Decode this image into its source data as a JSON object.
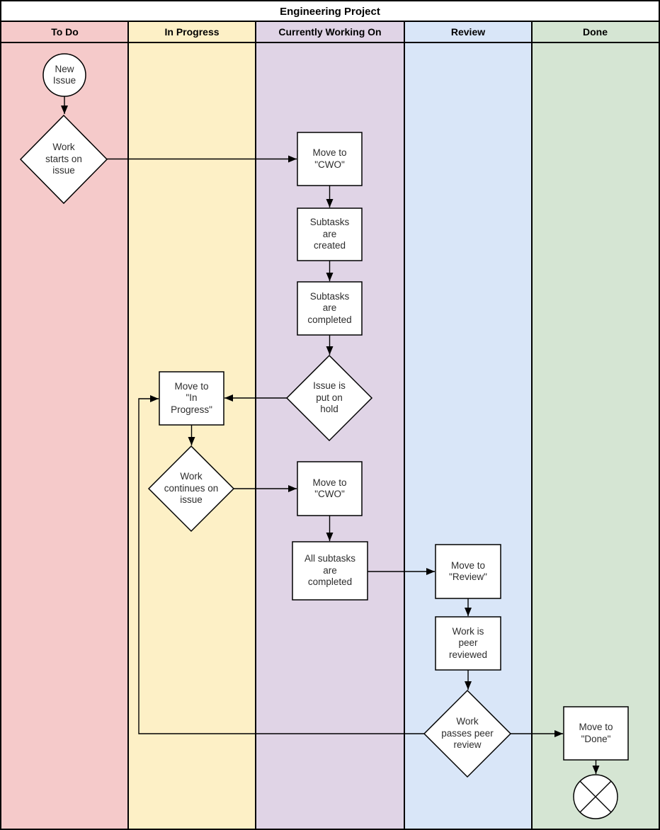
{
  "title": "Engineering Project",
  "lanes": [
    {
      "id": "to-do",
      "label": "To Do",
      "color": "#f5caca"
    },
    {
      "id": "in-progress",
      "label": "In Progress",
      "color": "#fdf0c6"
    },
    {
      "id": "currently-working-on",
      "label": "Currently Working On",
      "color": "#e0d4e6"
    },
    {
      "id": "review",
      "label": "Review",
      "color": "#d9e6f8"
    },
    {
      "id": "done",
      "label": "Done",
      "color": "#d5e5d3"
    }
  ],
  "nodes": {
    "new_issue": {
      "type": "start-circle",
      "lane": "To Do",
      "label": "New\nIssue"
    },
    "work_starts": {
      "type": "decision",
      "lane": "To Do",
      "label": "Work\nstarts on\nissue"
    },
    "move_cwo_1": {
      "type": "process",
      "lane": "Currently Working On",
      "label": "Move to\n\"CWO\""
    },
    "subtasks_created": {
      "type": "process",
      "lane": "Currently Working On",
      "label": "Subtasks\nare\ncreated"
    },
    "subtasks_completed": {
      "type": "process",
      "lane": "Currently Working On",
      "label": "Subtasks\nare\ncompleted"
    },
    "issue_on_hold": {
      "type": "decision",
      "lane": "Currently Working On",
      "label": "Issue is\nput on\nhold"
    },
    "move_in_progress": {
      "type": "process",
      "lane": "In Progress",
      "label": "Move to\n\"In\nProgress\""
    },
    "work_continues": {
      "type": "decision",
      "lane": "In Progress",
      "label": "Work\ncontinues on\nissue"
    },
    "move_cwo_2": {
      "type": "process",
      "lane": "Currently Working On",
      "label": "Move to\n\"CWO\""
    },
    "all_subtasks": {
      "type": "process",
      "lane": "Currently Working On",
      "label": "All subtasks\nare\ncompleted"
    },
    "move_review": {
      "type": "process",
      "lane": "Review",
      "label": "Move to\n\"Review\""
    },
    "peer_reviewed": {
      "type": "process",
      "lane": "Review",
      "label": "Work is\npeer\nreviewed"
    },
    "work_passes": {
      "type": "decision",
      "lane": "Review",
      "label": "Work\npasses peer\nreview"
    },
    "move_done": {
      "type": "process",
      "lane": "Done",
      "label": "Move to\n\"Done\""
    },
    "end_node": {
      "type": "end-circle",
      "lane": "Done",
      "label": ""
    }
  },
  "colors": {
    "stroke": "#000000",
    "node_fill": "#ffffff"
  }
}
